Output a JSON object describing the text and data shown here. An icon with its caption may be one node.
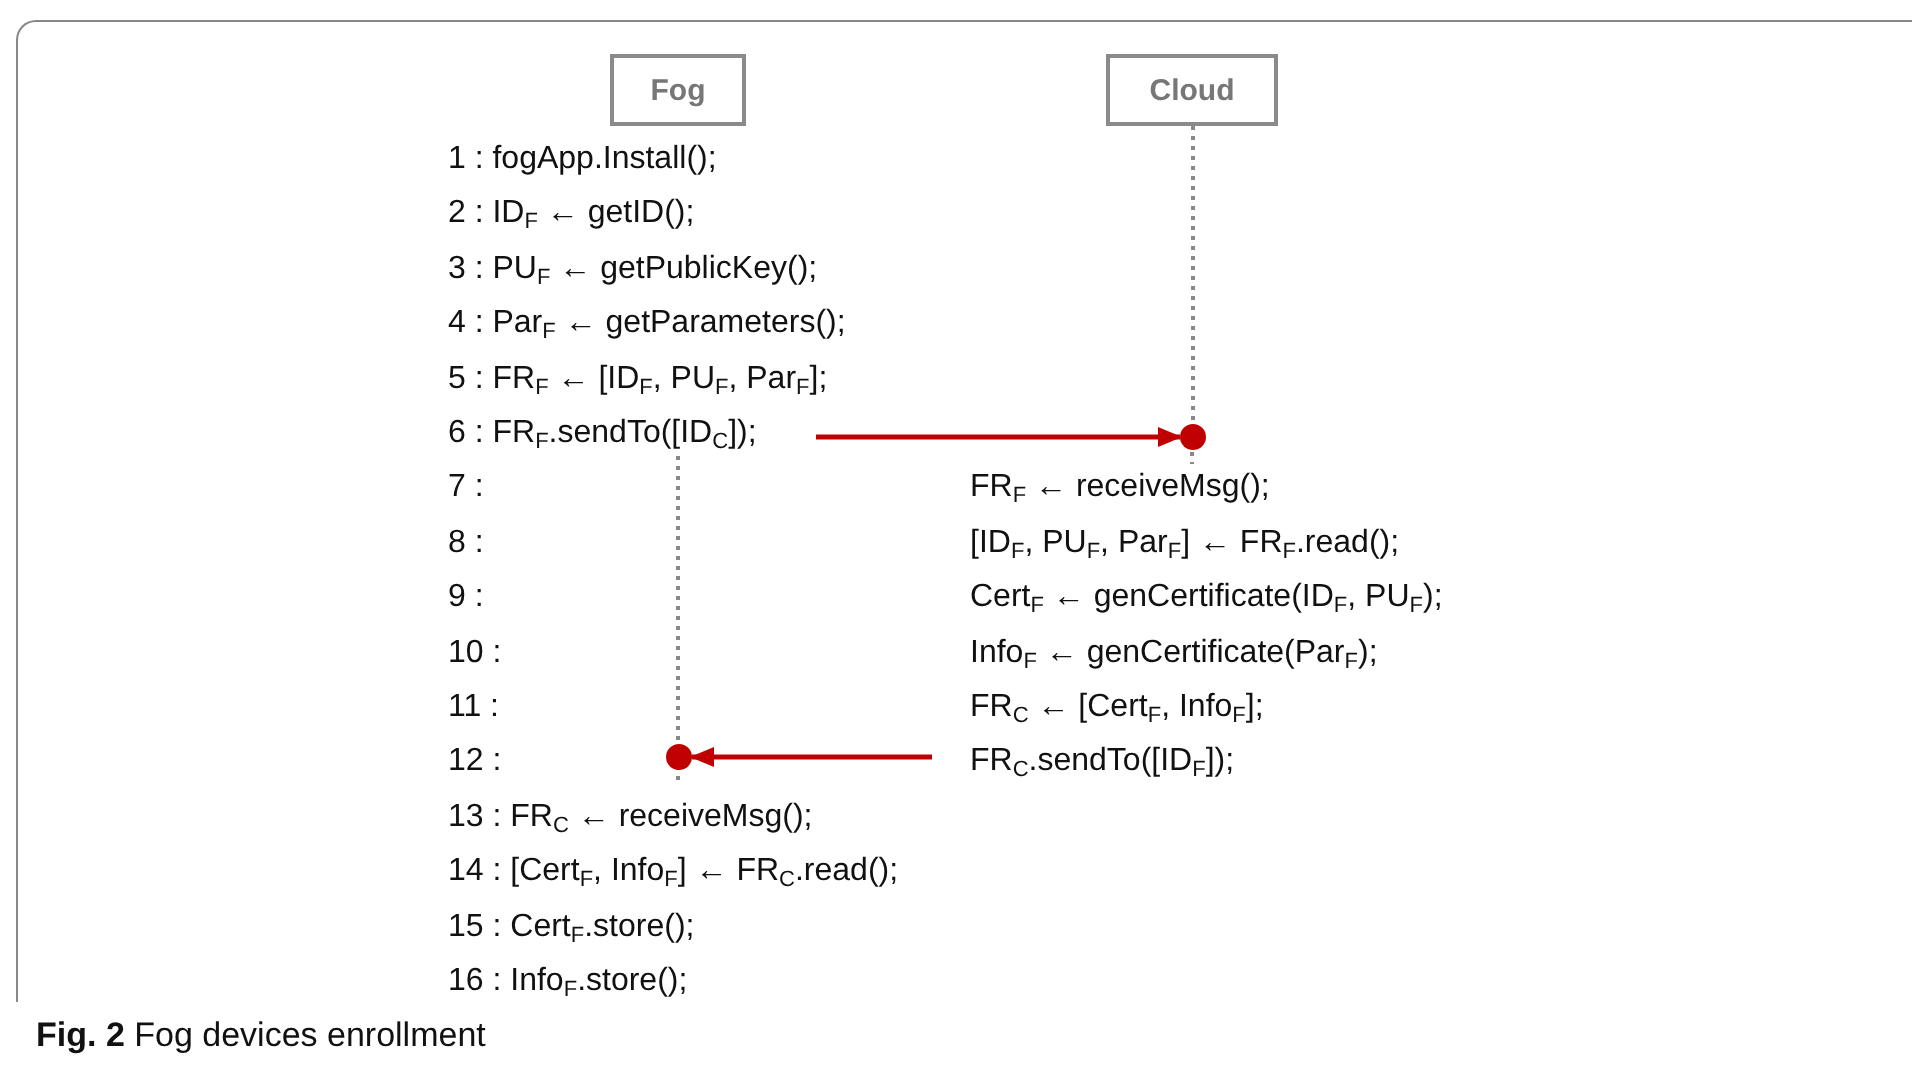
{
  "diagram": {
    "caption": "**Fig. 2** Fog devices enrollment",
    "nodes": [
      {
        "text": [
          "Fog"
        ]
      },
      {
        "text": [
          "Cloud"
        ]
      },
      {
        "text": [],
        "shape": "circle"
      },
      {
        "text": [],
        "shape": "circle"
      }
    ],
    "edges": [
      {
        "from": null,
        "to": 2,
        "arrow": "to"
      },
      {
        "from": null,
        "to": 3,
        "arrow": "to"
      },
      {
        "from": 1,
        "to": 2,
        "arrow": "none",
        "style": "dashed",
        "color": "#888888"
      }
    ],
    "labels": [
      "1 : fogApp.Install();",
      "2 : ID$_{F}$ ← getID();",
      "3 : PU$_{F}$ ← getPublicKey();",
      "4 : Par$_{F}$ ← getParameters();",
      "5 : FR$_{F}$ ← [ID$_{F}$, PU$_{F}$, Par$_{F}$];",
      "6 : FR$_{F}$.sendTo([ID$_{C}$]);",
      "7 :",
      "FR$_{F}$ ← receiveMsg();",
      "8 :",
      "[ID$_{F}$, PU$_{F}$, Par$_{F}$] ← FR$_{F}$.read();",
      "9 :",
      "Cert$_{F}$ ← genCertificate(ID$_{F}$, PU$_{F}$);",
      "10 :",
      "Info$_{F}$ ← genCertificate(Par$_{F}$);",
      "11 :",
      "FR$_{C}$ ← [Cert$_{F}$, Info$_{F}$];",
      "12 :",
      "FR$_{C}$.sendTo([ID$_{F}$]);",
      "13 : FR$_{C}$ ← receiveMsg();",
      "14 : [Cert$_{F}$, Info$_{F}$] ← FR$_{C}$.read();",
      "15 : Cert$_{F}$.store();",
      "16 : Info$_{F}$.store();"
    ]
  }
}
